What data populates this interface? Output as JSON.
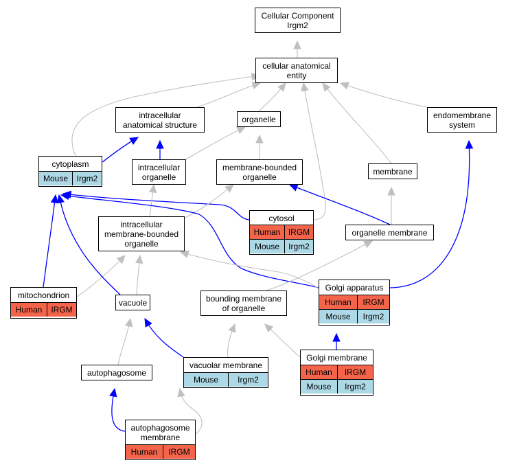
{
  "colors": {
    "gray_edge": "#c0c0c0",
    "blue_edge": "#0000ff",
    "human_fill": "#f4644b",
    "mouse_fill": "#add8e6"
  },
  "nodes": {
    "root": {
      "label": "Cellular Component\nIrgm2"
    },
    "cae": {
      "label": "cellular anatomical\nentity"
    },
    "ias": {
      "label": "intracellular\nanatomical structure"
    },
    "organelle": {
      "label": "organelle"
    },
    "endo": {
      "label": "endomembrane\nsystem"
    },
    "cytoplasm": {
      "label": "cytoplasm",
      "species": [
        {
          "left": "Mouse",
          "right": "Irgm2"
        }
      ]
    },
    "io": {
      "label": "intracellular\norganelle"
    },
    "mbo": {
      "label": "membrane-bounded\norganelle"
    },
    "membrane": {
      "label": "membrane"
    },
    "cytosol": {
      "label": "cytosol",
      "species": [
        {
          "left": "Human",
          "right": "IRGM"
        },
        {
          "left": "Mouse",
          "right": "Irgm2"
        }
      ]
    },
    "imbo": {
      "label": "intracellular\nmembrane-bounded\norganelle"
    },
    "om": {
      "label": "organelle membrane"
    },
    "mito": {
      "label": "mitochondrion",
      "species": [
        {
          "left": "Human",
          "right": "IRGM"
        }
      ]
    },
    "vacuole": {
      "label": "vacuole"
    },
    "bmo": {
      "label": "bounding membrane\nof organelle"
    },
    "golgi": {
      "label": "Golgi apparatus",
      "species": [
        {
          "left": "Human",
          "right": "IRGM"
        },
        {
          "left": "Mouse",
          "right": "Irgm2"
        }
      ]
    },
    "autophagosome": {
      "label": "autophagosome"
    },
    "vacmem": {
      "label": "vacuolar membrane",
      "species": [
        {
          "left": "Mouse",
          "right": "Irgm2"
        }
      ]
    },
    "golgimem": {
      "label": "Golgi membrane",
      "species": [
        {
          "left": "Human",
          "right": "IRGM"
        },
        {
          "left": "Mouse",
          "right": "Irgm2"
        }
      ]
    },
    "apm": {
      "label": "autophagosome\nmembrane",
      "species": [
        {
          "left": "Human",
          "right": "IRGM"
        }
      ]
    }
  },
  "edges": [
    {
      "from": "cae",
      "to": "root",
      "kind": "gray"
    },
    {
      "from": "ias",
      "to": "cae",
      "kind": "gray"
    },
    {
      "from": "organelle",
      "to": "cae",
      "kind": "gray"
    },
    {
      "from": "endo",
      "to": "cae",
      "kind": "gray"
    },
    {
      "from": "membrane",
      "to": "cae",
      "kind": "gray"
    },
    {
      "from": "cytoplasm",
      "to": "cae",
      "kind": "gray"
    },
    {
      "from": "cytosol",
      "to": "cae",
      "kind": "gray"
    },
    {
      "from": "cytoplasm",
      "to": "ias",
      "kind": "blue"
    },
    {
      "from": "io",
      "to": "ias",
      "kind": "blue"
    },
    {
      "from": "io",
      "to": "organelle",
      "kind": "gray"
    },
    {
      "from": "mbo",
      "to": "organelle",
      "kind": "gray"
    },
    {
      "from": "cytosol",
      "to": "cytoplasm",
      "kind": "blue"
    },
    {
      "from": "imbo",
      "to": "io",
      "kind": "gray"
    },
    {
      "from": "imbo",
      "to": "mbo",
      "kind": "gray"
    },
    {
      "from": "om",
      "to": "mbo",
      "kind": "blue"
    },
    {
      "from": "om",
      "to": "membrane",
      "kind": "gray"
    },
    {
      "from": "mito",
      "to": "cytoplasm",
      "kind": "blue"
    },
    {
      "from": "mito",
      "to": "imbo",
      "kind": "gray"
    },
    {
      "from": "vacuole",
      "to": "cytoplasm",
      "kind": "blue"
    },
    {
      "from": "vacuole",
      "to": "imbo",
      "kind": "gray"
    },
    {
      "from": "golgi",
      "to": "cytoplasm",
      "kind": "blue"
    },
    {
      "from": "golgi",
      "to": "imbo",
      "kind": "gray"
    },
    {
      "from": "golgi",
      "to": "endo",
      "kind": "blue"
    },
    {
      "from": "bmo",
      "to": "om",
      "kind": "gray"
    },
    {
      "from": "autophagosome",
      "to": "vacuole",
      "kind": "gray"
    },
    {
      "from": "vacmem",
      "to": "vacuole",
      "kind": "blue"
    },
    {
      "from": "vacmem",
      "to": "bmo",
      "kind": "gray"
    },
    {
      "from": "golgimem",
      "to": "bmo",
      "kind": "gray"
    },
    {
      "from": "golgimem",
      "to": "golgi",
      "kind": "blue"
    },
    {
      "from": "apm",
      "to": "autophagosome",
      "kind": "blue"
    },
    {
      "from": "apm",
      "to": "vacmem",
      "kind": "gray"
    }
  ]
}
